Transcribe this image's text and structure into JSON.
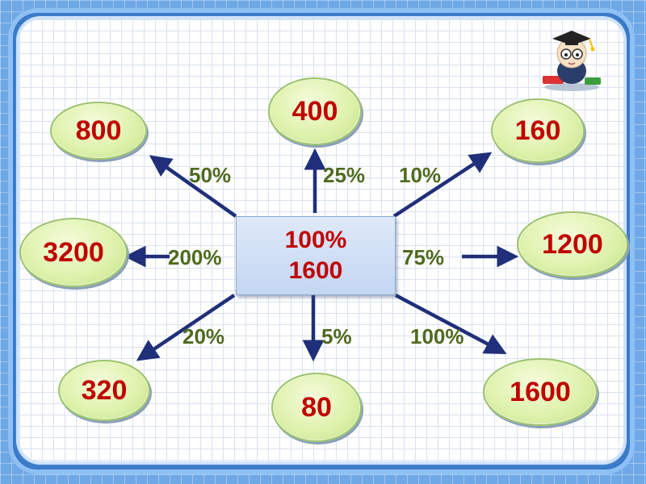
{
  "center": {
    "percent": "100%",
    "value": "1600"
  },
  "ovals": {
    "top_left": "800",
    "top": "400",
    "top_right": "160",
    "left": "3200",
    "right": "1200",
    "bottom_left": "320",
    "bottom": "80",
    "bottom_right": "1600"
  },
  "percents": {
    "p50": "50%",
    "p25": "25%",
    "p10": "10%",
    "p200": "200%",
    "p75": "75%",
    "p20": "20%",
    "p5": "5%",
    "p100": "100%"
  },
  "colors": {
    "value_text": "#c00000",
    "percent_text": "#4f6a1f",
    "arrow": "#1f2f7a",
    "oval_fill": "#dff2ad",
    "frame": "#4f8fd8"
  },
  "icons": {
    "mascot": "graduate-owl-icon"
  }
}
